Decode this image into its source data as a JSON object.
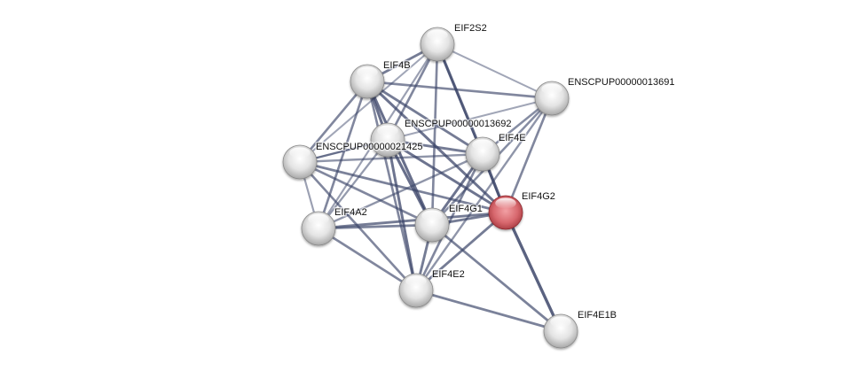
{
  "diagram": {
    "type": "protein-interaction-network",
    "query_node": "EIF4G2",
    "colors": {
      "node_default": "#d9d9d9",
      "node_query": "#d9666c",
      "edge": "#3a4468"
    },
    "nodes": [
      {
        "id": "EIF2S2",
        "label": "EIF2S2",
        "query": false
      },
      {
        "id": "EIF4B",
        "label": "EIF4B",
        "query": false
      },
      {
        "id": "ENSCPUP00000013691",
        "label": "ENSCPUP00000013691",
        "query": false
      },
      {
        "id": "ENSCPUP00000013692",
        "label": "ENSCPUP00000013692",
        "query": false
      },
      {
        "id": "ENSCPUP00000021425",
        "label": "ENSCPUP00000021425",
        "query": false
      },
      {
        "id": "EIF4E",
        "label": "EIF4E",
        "query": false
      },
      {
        "id": "EIF4G2",
        "label": "EIF4G2",
        "query": true
      },
      {
        "id": "EIF4A2",
        "label": "EIF4A2",
        "query": false
      },
      {
        "id": "EIF4G1",
        "label": "EIF4G1",
        "query": false
      },
      {
        "id": "EIF4E2",
        "label": "EIF4E2",
        "query": false
      },
      {
        "id": "EIF4E1B",
        "label": "EIF4E1B",
        "query": false
      }
    ],
    "edges": [
      {
        "source": "EIF2S2",
        "target": "EIF4B",
        "strength": 0.7
      },
      {
        "source": "EIF2S2",
        "target": "ENSCPUP00000013691",
        "strength": 0.35
      },
      {
        "source": "EIF2S2",
        "target": "ENSCPUP00000013692",
        "strength": 0.6
      },
      {
        "source": "EIF2S2",
        "target": "ENSCPUP00000021425",
        "strength": 0.35
      },
      {
        "source": "EIF2S2",
        "target": "EIF4E",
        "strength": 0.85
      },
      {
        "source": "EIF2S2",
        "target": "EIF4G1",
        "strength": 0.6
      },
      {
        "source": "EIF2S2",
        "target": "EIF4A2",
        "strength": 0.4
      },
      {
        "source": "EIF2S2",
        "target": "EIF4G2",
        "strength": 0.4
      },
      {
        "source": "EIF4B",
        "target": "ENSCPUP00000013691",
        "strength": 0.6
      },
      {
        "source": "EIF4B",
        "target": "ENSCPUP00000013692",
        "strength": 0.8
      },
      {
        "source": "EIF4B",
        "target": "ENSCPUP00000021425",
        "strength": 0.6
      },
      {
        "source": "EIF4B",
        "target": "EIF4E",
        "strength": 0.7
      },
      {
        "source": "EIF4B",
        "target": "EIF4G2",
        "strength": 0.75
      },
      {
        "source": "EIF4B",
        "target": "EIF4A2",
        "strength": 0.6
      },
      {
        "source": "EIF4B",
        "target": "EIF4G1",
        "strength": 0.8
      },
      {
        "source": "EIF4B",
        "target": "EIF4E2",
        "strength": 0.6
      },
      {
        "source": "ENSCPUP00000013691",
        "target": "ENSCPUP00000021425",
        "strength": 0.35
      },
      {
        "source": "ENSCPUP00000013691",
        "target": "EIF4E",
        "strength": 0.55
      },
      {
        "source": "ENSCPUP00000013691",
        "target": "EIF4G2",
        "strength": 0.6
      },
      {
        "source": "ENSCPUP00000013691",
        "target": "EIF4G1",
        "strength": 0.55
      },
      {
        "source": "ENSCPUP00000013691",
        "target": "EIF4E2",
        "strength": 0.5
      },
      {
        "source": "ENSCPUP00000013692",
        "target": "ENSCPUP00000021425",
        "strength": 0.5
      },
      {
        "source": "ENSCPUP00000013692",
        "target": "EIF4E",
        "strength": 0.7
      },
      {
        "source": "ENSCPUP00000013692",
        "target": "EIF4G2",
        "strength": 0.75
      },
      {
        "source": "ENSCPUP00000013692",
        "target": "EIF4A2",
        "strength": 0.45
      },
      {
        "source": "ENSCPUP00000013692",
        "target": "EIF4G1",
        "strength": 0.8
      },
      {
        "source": "ENSCPUP00000013692",
        "target": "EIF4E2",
        "strength": 0.75
      },
      {
        "source": "ENSCPUP00000021425",
        "target": "EIF4E",
        "strength": 0.5
      },
      {
        "source": "ENSCPUP00000021425",
        "target": "EIF4G2",
        "strength": 0.65
      },
      {
        "source": "ENSCPUP00000021425",
        "target": "EIF4A2",
        "strength": 0.4
      },
      {
        "source": "ENSCPUP00000021425",
        "target": "EIF4G1",
        "strength": 0.6
      },
      {
        "source": "ENSCPUP00000021425",
        "target": "EIF4E2",
        "strength": 0.6
      },
      {
        "source": "EIF4E",
        "target": "EIF4G2",
        "strength": 0.9
      },
      {
        "source": "EIF4E",
        "target": "EIF4G1",
        "strength": 0.75
      },
      {
        "source": "EIF4E",
        "target": "EIF4A2",
        "strength": 0.5
      },
      {
        "source": "EIF4E",
        "target": "EIF4E2",
        "strength": 0.6
      },
      {
        "source": "EIF4G2",
        "target": "EIF4G1",
        "strength": 0.7
      },
      {
        "source": "EIF4G2",
        "target": "EIF4A2",
        "strength": 0.7
      },
      {
        "source": "EIF4G2",
        "target": "EIF4E2",
        "strength": 0.7
      },
      {
        "source": "EIF4G2",
        "target": "EIF4E1B",
        "strength": 0.9
      },
      {
        "source": "EIF4A2",
        "target": "EIF4G1",
        "strength": 0.65
      },
      {
        "source": "EIF4A2",
        "target": "EIF4E2",
        "strength": 0.6
      },
      {
        "source": "EIF4G1",
        "target": "EIF4E2",
        "strength": 0.7
      },
      {
        "source": "EIF4G1",
        "target": "EIF4E1B",
        "strength": 0.65
      },
      {
        "source": "EIF4E2",
        "target": "EIF4E1B",
        "strength": 0.65
      }
    ]
  }
}
